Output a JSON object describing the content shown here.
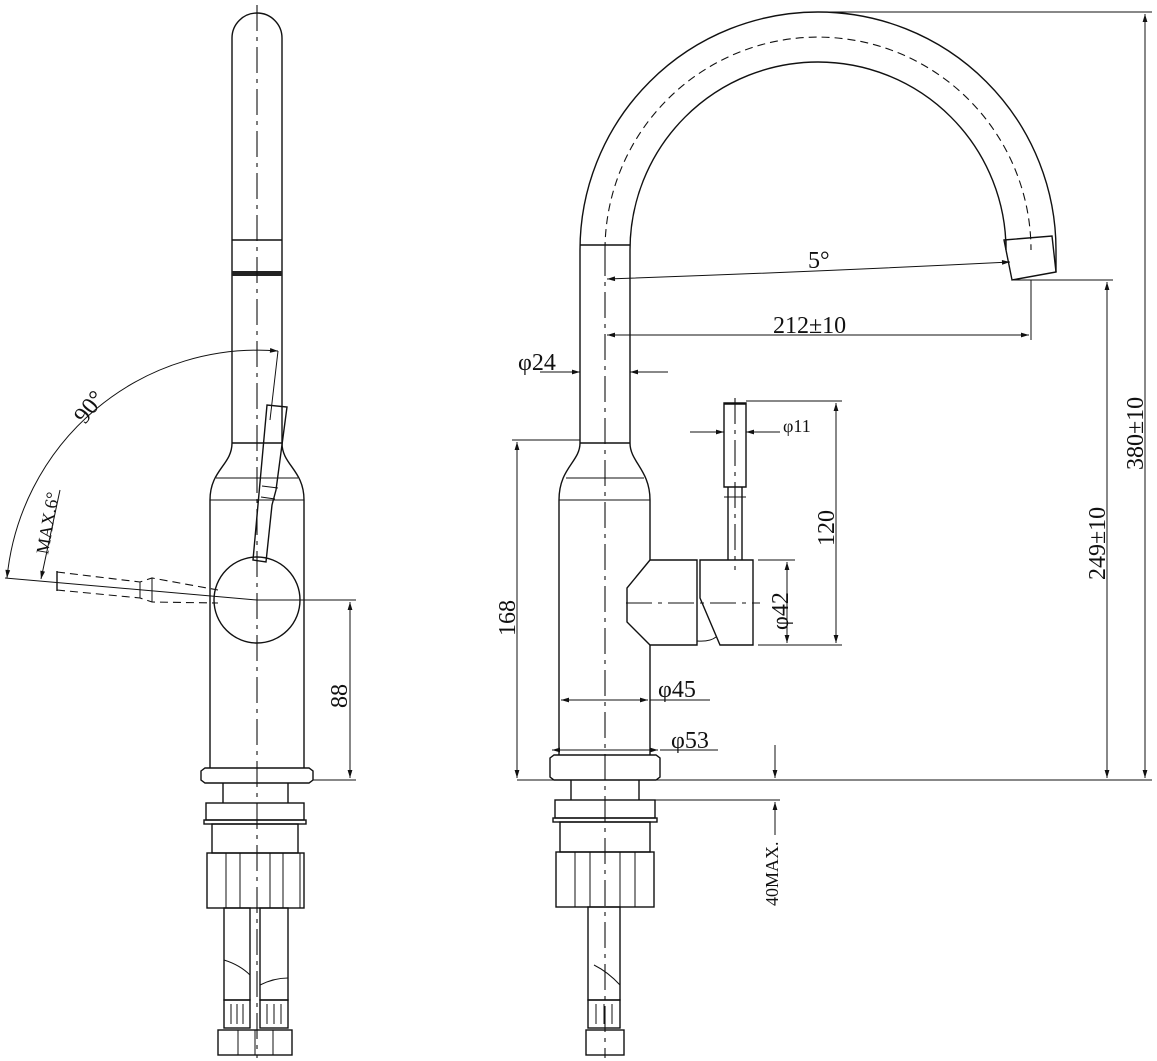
{
  "drawing": {
    "ink_color": "#111111",
    "side_view": {
      "angle_label": "90°",
      "max_angle_label": "MAX.6°",
      "lever_height_label": "88"
    },
    "front_view": {
      "body_height_label": "168",
      "spout_diameter_label": "φ24",
      "spout_angle_label": "5°",
      "reach_label": "212±10",
      "lever_diameter_label": "φ11",
      "lever_height_label": "120",
      "hub_diameter_label": "φ42",
      "body_diameter_label": "φ45",
      "base_diameter_label": "φ53",
      "outlet_height_label": "249±10",
      "total_height_label": "380±10",
      "deck_thickness_label": "40MAX."
    }
  }
}
